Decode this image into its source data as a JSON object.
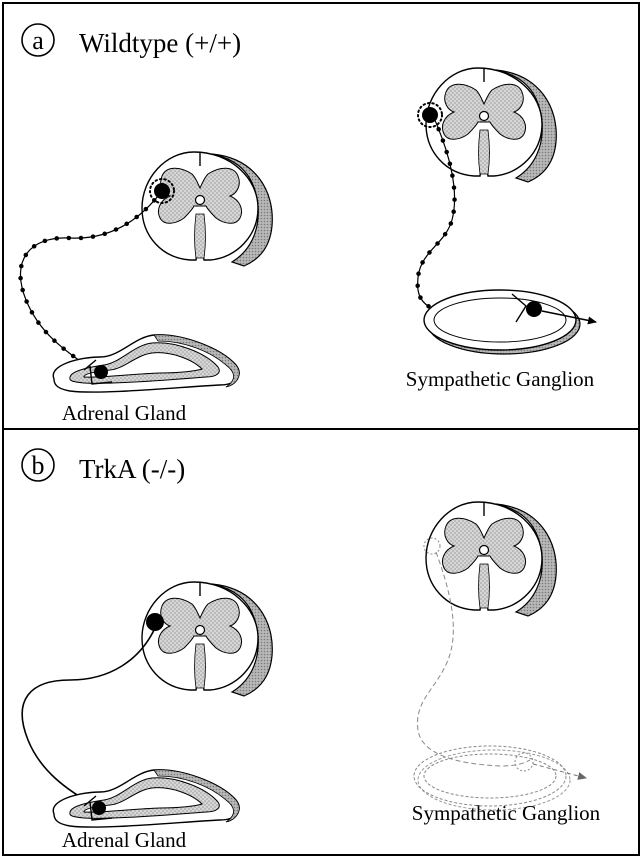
{
  "panels": [
    {
      "letter": "a",
      "title": "Wildtype (+/+)",
      "adrenal_label": "Adrenal Gland",
      "ganglion_label": "Sympathetic Ganglion"
    },
    {
      "letter": "b",
      "title": "TrkA (-/-)",
      "adrenal_label": "Adrenal Gland",
      "ganglion_label": "Sympathetic Ganglion"
    }
  ],
  "colors": {
    "stroke": "#000000",
    "gray_matter": "#c8c8c8",
    "shadow": "#bdbdbd",
    "ghost": "#8a8a8a"
  }
}
